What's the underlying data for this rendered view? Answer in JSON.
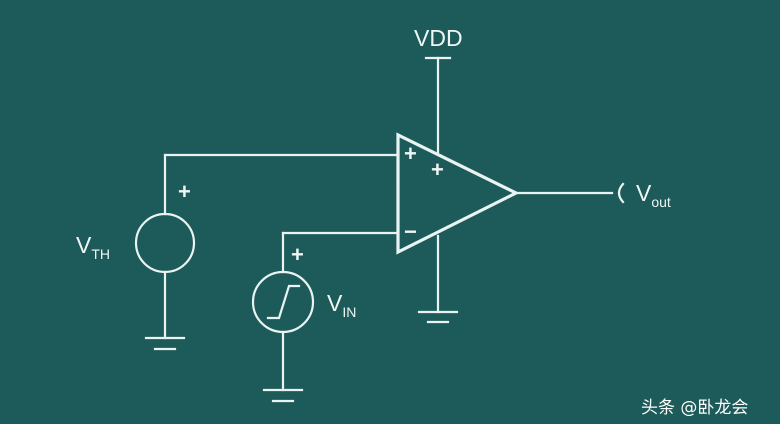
{
  "labels": {
    "vdd": "VDD",
    "vth_main": "V",
    "vth_sub": "TH",
    "vin_main": "V",
    "vin_sub": "IN",
    "vout_main": "V",
    "vout_sub": "out",
    "plus": "+",
    "minus": "−"
  },
  "watermark": "头条 @卧龙会",
  "colors": {
    "background": "#1d5a5a",
    "line": "#e9f4f2"
  }
}
